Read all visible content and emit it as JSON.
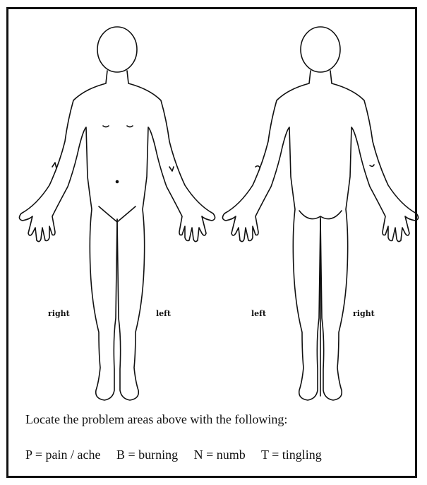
{
  "diagram": {
    "front_labels": {
      "right": "right",
      "left": "left"
    },
    "back_labels": {
      "left": "left",
      "right": "right"
    }
  },
  "instructions": "Locate the problem areas above with the following:",
  "legend": [
    "P = pain / ache",
    "B = burning",
    "N = numb",
    "T = tingling"
  ]
}
